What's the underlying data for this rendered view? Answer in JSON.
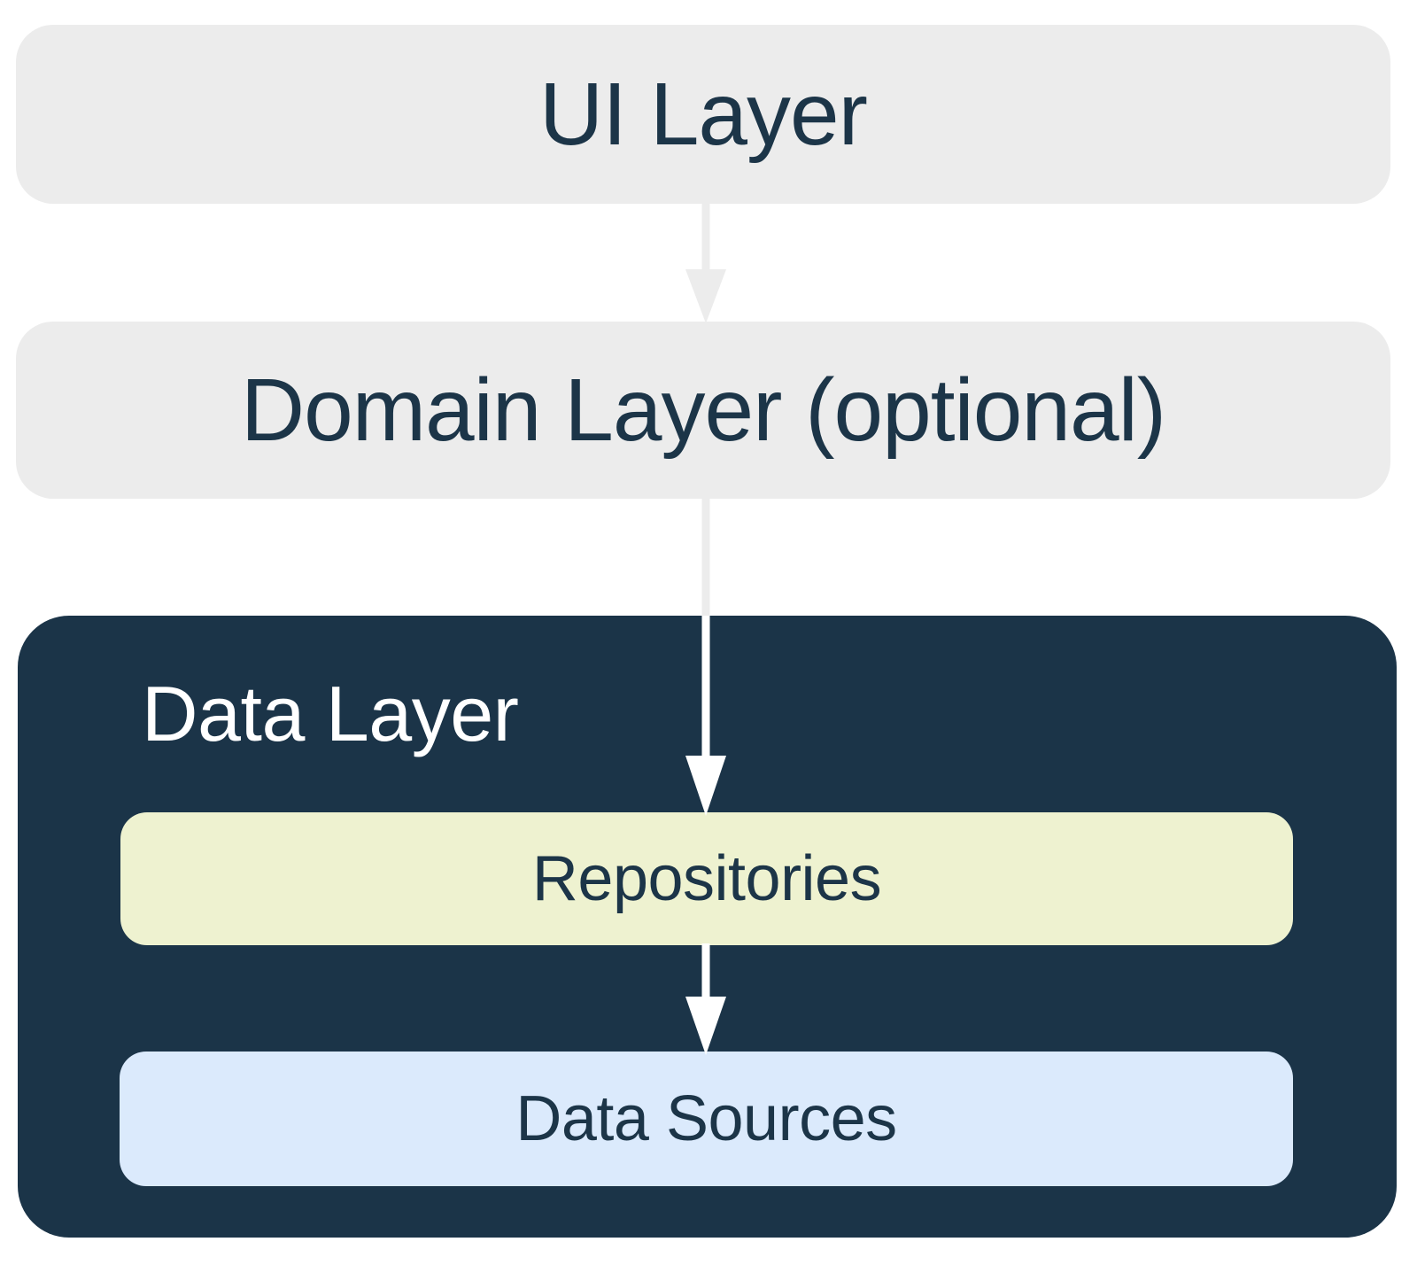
{
  "colors": {
    "page_bg": "#ffffff",
    "box_gray": "#ececec",
    "navy": "#1b3448",
    "text_navy": "#1c3548",
    "text_light": "#ffffff",
    "repositories_bg": "#eef2d0",
    "data_sources_bg": "#dbeafc",
    "arrow_gray": "#ececec",
    "arrow_white": "#ffffff"
  },
  "diagram": {
    "ui_layer": {
      "label": "UI Layer"
    },
    "domain_layer": {
      "label": "Domain Layer (optional)"
    },
    "data_layer": {
      "label": "Data Layer",
      "repositories": {
        "label": "Repositories"
      },
      "data_sources": {
        "label": "Data Sources"
      }
    }
  }
}
